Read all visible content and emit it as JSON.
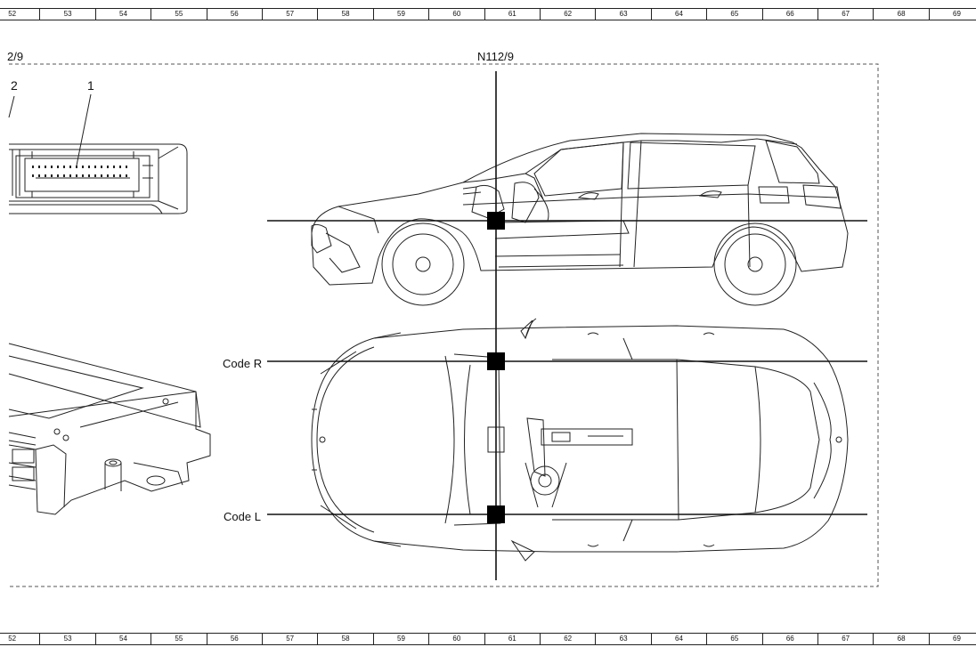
{
  "ruler": {
    "columns": [
      "52",
      "53",
      "54",
      "55",
      "56",
      "57",
      "58",
      "59",
      "60",
      "61",
      "62",
      "63",
      "64",
      "65",
      "66",
      "67",
      "68",
      "69"
    ]
  },
  "labels": {
    "left_part_ref": "2/9",
    "component": "N112/9",
    "callout_1": "1",
    "callout_2": "2",
    "code_r": "Code R",
    "code_l": "Code L"
  }
}
